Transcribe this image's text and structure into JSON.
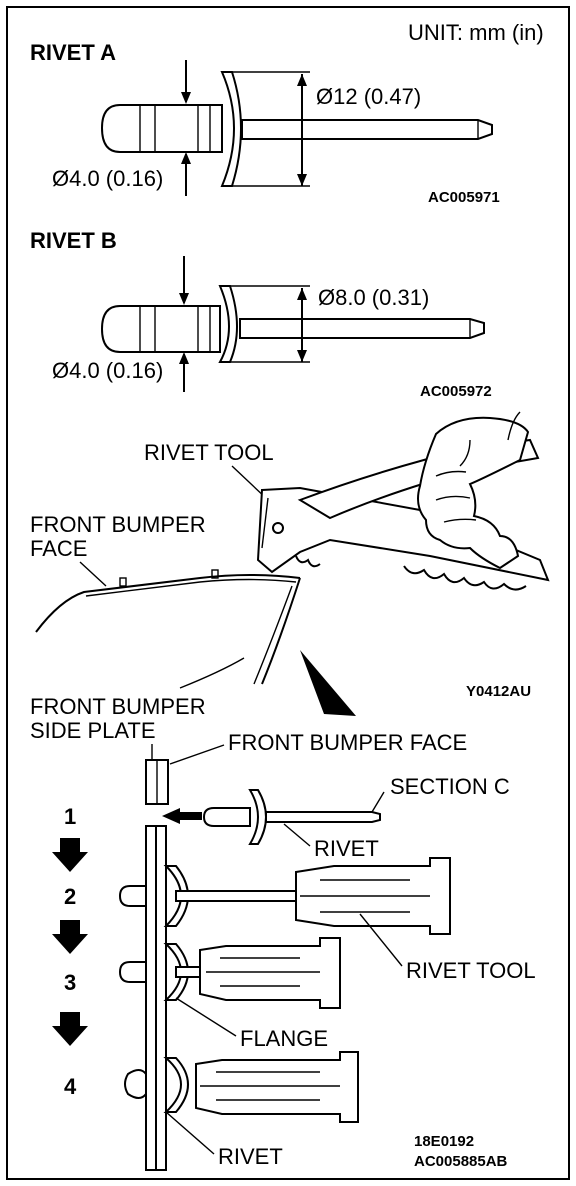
{
  "unit_label": "UNIT: mm (in)",
  "rivet_a": {
    "title": "RIVET A",
    "head_dia": "Ø12 (0.47)",
    "body_dia": "Ø4.0 (0.16)",
    "code": "AC005971"
  },
  "rivet_b": {
    "title": "RIVET B",
    "head_dia": "Ø8.0 (0.31)",
    "body_dia": "Ø4.0 (0.16)",
    "code": "AC005972"
  },
  "tool_view": {
    "rivet_tool": "RIVET TOOL",
    "bumper_face_line1": "FRONT BUMPER",
    "bumper_face_line2": "FACE",
    "code": "Y0412AU"
  },
  "section": {
    "side_plate_line1": "FRONT BUMPER",
    "side_plate_line2": "SIDE PLATE",
    "bumper_face": "FRONT BUMPER FACE",
    "section_c": "SECTION C",
    "rivet": "RIVET",
    "rivet_tool": "RIVET TOOL",
    "flange": "FLANGE",
    "rivet_bottom": "RIVET",
    "steps": [
      "1",
      "2",
      "3",
      "4"
    ],
    "code1": "18E0192",
    "code2": "AC005885AB"
  }
}
